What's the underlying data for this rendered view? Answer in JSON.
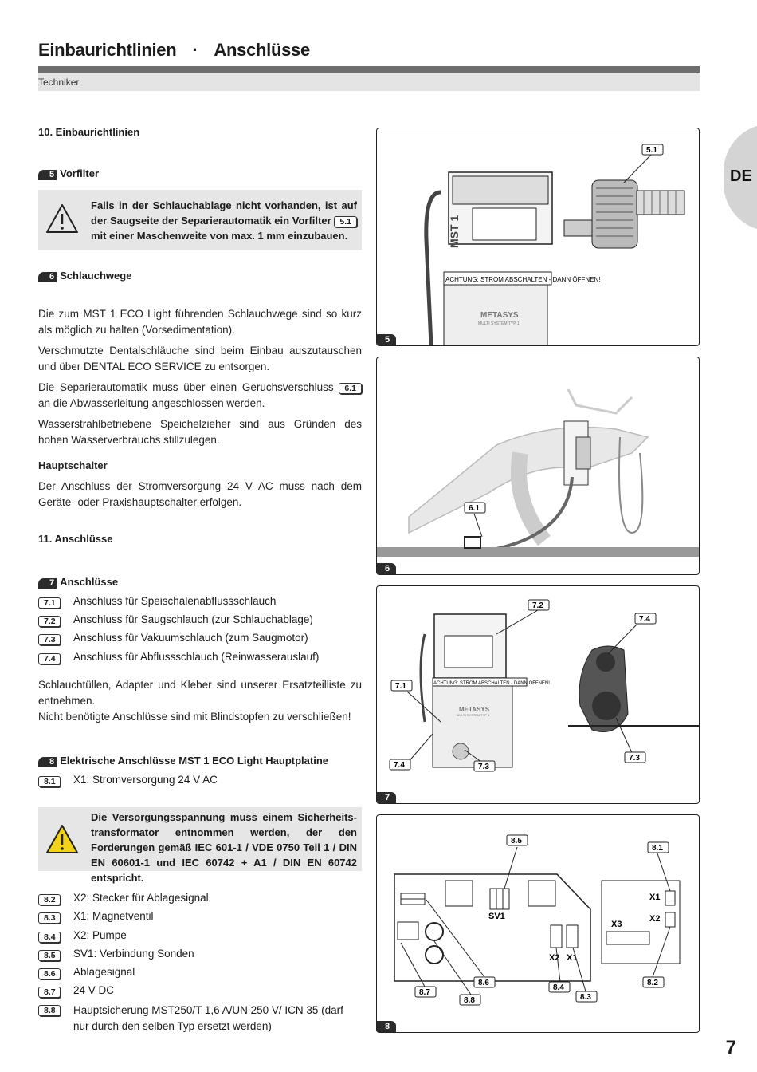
{
  "header": {
    "title_left": "Einbaurichtlinien",
    "separator": "·",
    "title_right": "Anschlüsse",
    "subtitle": "Techniker",
    "lang_tab": "DE"
  },
  "left": {
    "sec10": "10. Einbaurichtlinien",
    "vorfilter_num": "5",
    "vorfilter": "Vorfilter",
    "warn1_a": "Falls in der Schlauchablage nicht vorhanden, ist auf der Saugseite der Separierautomatik ein Vorfilter",
    "warn1_ref": "5.1",
    "warn1_b": "mit einer Maschenweite von max. 1 mm einzubauen.",
    "schlauch_num": "6",
    "schlauch": "Schlauchwege",
    "p1": "Die zum MST 1 ECO Light führenden Schlauchwege sind so kurz als möglich zu halten (Vorsedimentation).",
    "p2": "Verschmutzte Dentalschläuche sind beim Einbau auszutauschen und über DENTAL ECO SERVICE zu entsorgen.",
    "p3a": "Die Separierautomatik muss über einen Geruchsverschluss",
    "p3ref": "6.1",
    "p3b": "an die Abwasserleitung angeschlossen werden.",
    "p4": "Wasserstrahlbetriebene Speichelzieher sind aus Gründen des hohen Wasserverbrauchs stillzulegen.",
    "haupt": "Hauptschalter",
    "p5": "Der Anschluss der Stromversorgung 24 V AC muss nach dem Geräte- oder Praxishauptschalter erfolgen.",
    "sec11": "11. Anschlüsse",
    "ansch_num": "7",
    "ansch": "Anschlüsse",
    "list7": [
      {
        "ref": "7.1",
        "text": "Anschluss für Speischalenabflussschlauch"
      },
      {
        "ref": "7.2",
        "text": "Anschluss für Saugschlauch (zur Schlauchablage)"
      },
      {
        "ref": "7.3",
        "text": "Anschluss für Vakuumschlauch (zum Saugmotor)"
      },
      {
        "ref": "7.4",
        "text": "Anschluss für Abflussschlauch (Reinwasserauslauf)"
      }
    ],
    "p6": "Schlauchtüllen, Adapter und Kleber sind unserer Ersatzteilliste zu entnehmen.",
    "p7": "Nicht benötigte Anschlüsse sind mit Blindstopfen zu verschließen!",
    "elek_num": "8",
    "elek": "Elektrische Anschlüsse MST 1 ECO Light Hauptplatine",
    "item81": {
      "ref": "8.1",
      "text": "X1: Stromversorgung 24 V AC"
    },
    "warn2": "Die Versorgungsspannung muss einem Sicherheits­transformator entnommen werden, der den Forderungen gemäß IEC 601-1 / VDE 0750 Teil 1 / DIN EN 60601-1 und IEC 60742 + A1 / DIN EN 60742 entspricht.",
    "list8": [
      {
        "ref": "8.2",
        "text": "X2: Stecker für Ablagesignal"
      },
      {
        "ref": "8.3",
        "text": "X1: Magnetventil"
      },
      {
        "ref": "8.4",
        "text": "X2: Pumpe"
      },
      {
        "ref": "8.5",
        "text": "SV1: Verbindung Sonden"
      },
      {
        "ref": "8.6",
        "text": "Ablagesignal"
      },
      {
        "ref": "8.7",
        "text": "24 V DC"
      },
      {
        "ref": "8.8",
        "text": "Hauptsicherung MST250/T 1,6 A/UN 250 V/ ICN 35 (darf nur durch den selben Typ ersetzt werden)"
      }
    ]
  },
  "figures": {
    "f5": {
      "num": "5",
      "label": "5.1",
      "banner": "ACHTUNG: STROM ABSCHALTEN - DANN ÖFFNEN!",
      "brand": "METASYS",
      "model": "MULTI SYSTEM TYP 1",
      "side": "MST 1"
    },
    "f6": {
      "num": "6",
      "label": "6.1"
    },
    "f7": {
      "num": "7",
      "l72": "7.2",
      "l74a": "7.4",
      "l71": "7.1",
      "l74b": "7.4",
      "l73a": "7.3",
      "l73b": "7.3",
      "banner": "ACHTUNG: STROM ABSCHALTEN - DANN ÖFFNEN!",
      "brand": "METASYS",
      "model": "MULTI SYSTEM TYP 1"
    },
    "f8": {
      "num": "8",
      "l85": "8.5",
      "l81": "8.1",
      "sv1": "SV1",
      "x1a": "X1",
      "x2a": "X2",
      "x3": "X3",
      "x2b": "X2",
      "x1b": "X1",
      "l86": "8.6",
      "l87": "8.7",
      "l88": "8.8",
      "l84": "8.4",
      "l83": "8.3",
      "l82": "8.2"
    }
  },
  "page_number": "7"
}
